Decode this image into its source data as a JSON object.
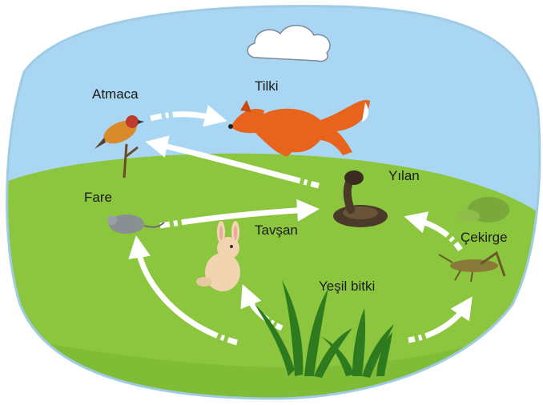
{
  "diagram": {
    "labels": {
      "hawk": "Atmaca",
      "fox": "Tilki",
      "snake": "Yılan",
      "mouse": "Fare",
      "rabbit": "Tavşan",
      "grasshopper": "Çekirge",
      "plant": "Yeşil bitki"
    },
    "links": [
      {
        "from": "hawk",
        "to": "fox"
      },
      {
        "from": "snake",
        "to": "hawk"
      },
      {
        "from": "mouse",
        "to": "snake"
      },
      {
        "from": "grasshopper",
        "to": "snake"
      },
      {
        "from": "plant",
        "to": "mouse"
      },
      {
        "from": "plant",
        "to": "rabbit"
      },
      {
        "from": "plant",
        "to": "grasshopper"
      }
    ],
    "colors": {
      "sky": "#a9d6f2",
      "grass": "#8cc63f",
      "grass_dark": "#6aa32a",
      "fox": "#e8641c",
      "snake": "#4a3a2a",
      "arrow": "#ffffff"
    }
  }
}
